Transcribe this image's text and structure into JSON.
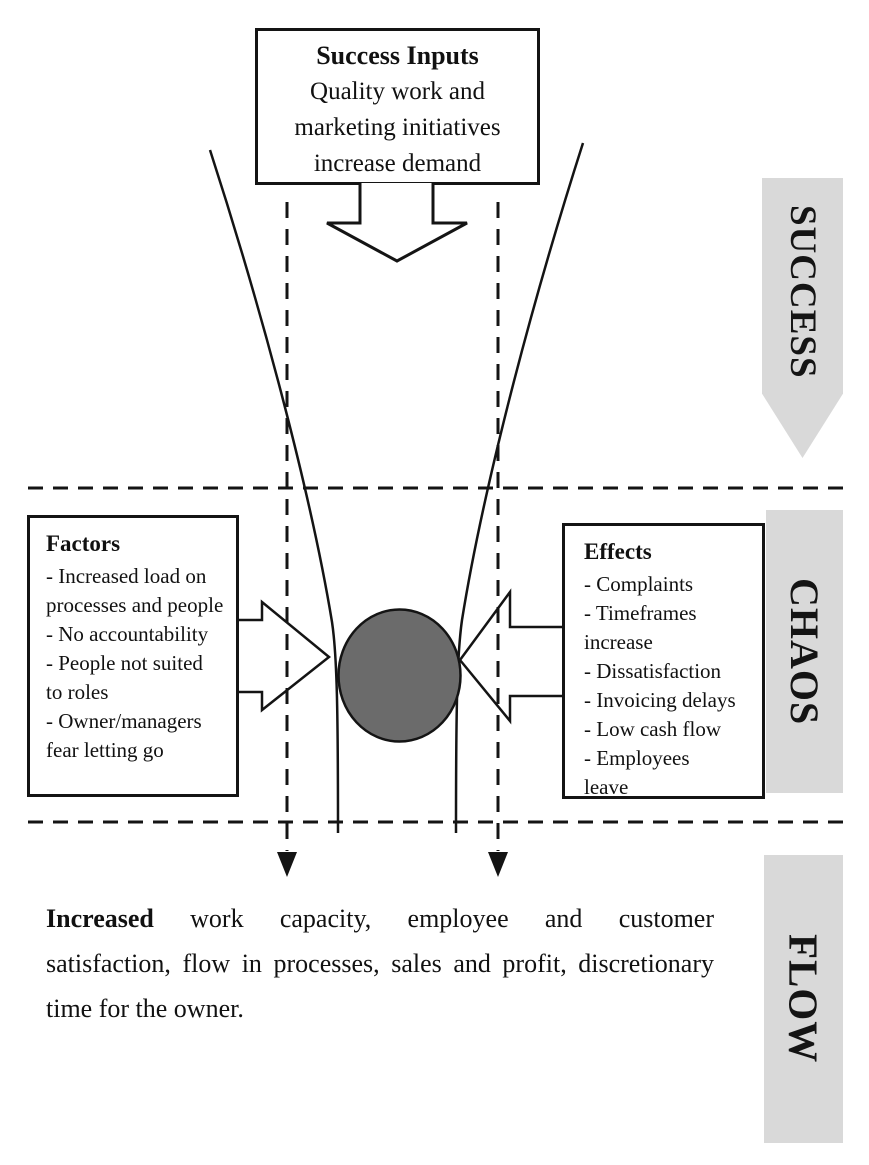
{
  "success_box": {
    "title": "Success Inputs",
    "body": "Quality work and\nmarketing initiatives\nincrease demand"
  },
  "factors_box": {
    "title": "Factors",
    "items": [
      "- Increased load on\nprocesses and people",
      "- No accountability",
      "- People not suited\nto roles",
      "- Owner/managers\nfear letting go"
    ]
  },
  "effects_box": {
    "title": "Effects",
    "items": [
      "- Complaints",
      "- Timeframes\nincrease",
      "- Dissatisfaction",
      "- Invoicing delays",
      "- Low cash flow",
      "- Employees\nleave"
    ]
  },
  "banners": {
    "success": "SUCCESS",
    "chaos": "CHAOS",
    "flow": "FLOW"
  },
  "paragraph": {
    "lead_bold": "Increased",
    "line1_rest": "work capacity, employee and customer",
    "line2": "satisfaction, flow in processes, sales and profit, discretionary",
    "line3": "time for the owner."
  },
  "colors": {
    "line_black": "#141414",
    "banner_gray": "#d9d9d9",
    "bottleneck_gray": "#6b6b6b"
  }
}
